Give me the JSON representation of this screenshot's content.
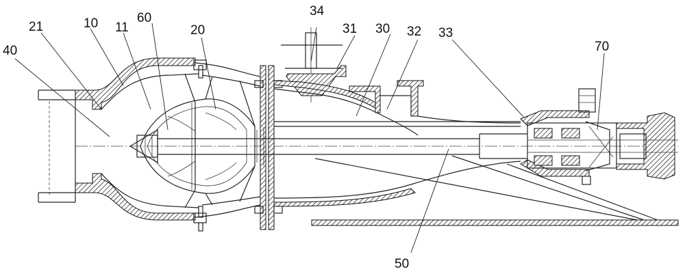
{
  "labels": {
    "l40": "40",
    "l21": "21",
    "l10": "10",
    "l11": "11",
    "l60": "60",
    "l20": "20",
    "l34": "34",
    "l31": "31",
    "l30": "30",
    "l32": "32",
    "l33": "33",
    "l70": "70",
    "l50": "50"
  }
}
